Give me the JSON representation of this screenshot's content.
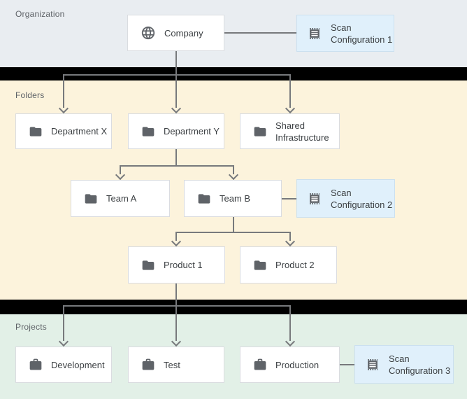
{
  "sections": {
    "organization": {
      "label": "Organization"
    },
    "folders": {
      "label": "Folders"
    },
    "projects": {
      "label": "Projects"
    }
  },
  "nodes": {
    "company": {
      "label": "Company",
      "icon": "globe-icon"
    },
    "scan_config_1": {
      "label": "Scan Configuration 1",
      "icon": "receipt-icon"
    },
    "department_x": {
      "label": "Department X",
      "icon": "folder-icon"
    },
    "department_y": {
      "label": "Department Y",
      "icon": "folder-icon"
    },
    "shared_infrastructure": {
      "label": "Shared Infrastructure",
      "icon": "folder-icon"
    },
    "team_a": {
      "label": "Team A",
      "icon": "folder-icon"
    },
    "team_b": {
      "label": "Team B",
      "icon": "folder-icon"
    },
    "scan_config_2": {
      "label": "Scan Configuration 2",
      "icon": "receipt-icon"
    },
    "product_1": {
      "label": "Product 1",
      "icon": "folder-icon"
    },
    "product_2": {
      "label": "Product 2",
      "icon": "folder-icon"
    },
    "development": {
      "label": "Development",
      "icon": "briefcase-icon"
    },
    "test": {
      "label": "Test",
      "icon": "briefcase-icon"
    },
    "production": {
      "label": "Production",
      "icon": "briefcase-icon"
    },
    "scan_config_3": {
      "label": "Scan Configuration 3",
      "icon": "receipt-icon"
    }
  },
  "hierarchy_edges": [
    {
      "from": "company",
      "to": "department_x"
    },
    {
      "from": "company",
      "to": "department_y"
    },
    {
      "from": "company",
      "to": "shared_infrastructure"
    },
    {
      "from": "department_y",
      "to": "team_a"
    },
    {
      "from": "department_y",
      "to": "team_b"
    },
    {
      "from": "team_b",
      "to": "product_1"
    },
    {
      "from": "team_b",
      "to": "product_2"
    },
    {
      "from": "product_1",
      "to": "development"
    },
    {
      "from": "product_1",
      "to": "test"
    },
    {
      "from": "product_1",
      "to": "production"
    }
  ],
  "scan_attachments": [
    {
      "scan": "scan_config_1",
      "attached_to": "company"
    },
    {
      "scan": "scan_config_2",
      "attached_to": "team_b"
    },
    {
      "scan": "scan_config_3",
      "attached_to": "production"
    }
  ],
  "colors": {
    "organization_bg": "#E9EDF1",
    "folders_bg": "#FCF3DC",
    "projects_bg": "#E2F0E7",
    "scan_config_bg": "#E0F0FB",
    "scan_config_border": "#CBE0EF",
    "node_bg": "#FFFFFF",
    "node_border": "#DADCE0",
    "connector": "#77797C",
    "icon": "#5F6368",
    "section_label_text": "#5F6368",
    "node_label_text": "#3C4043",
    "separator": "#000000"
  }
}
